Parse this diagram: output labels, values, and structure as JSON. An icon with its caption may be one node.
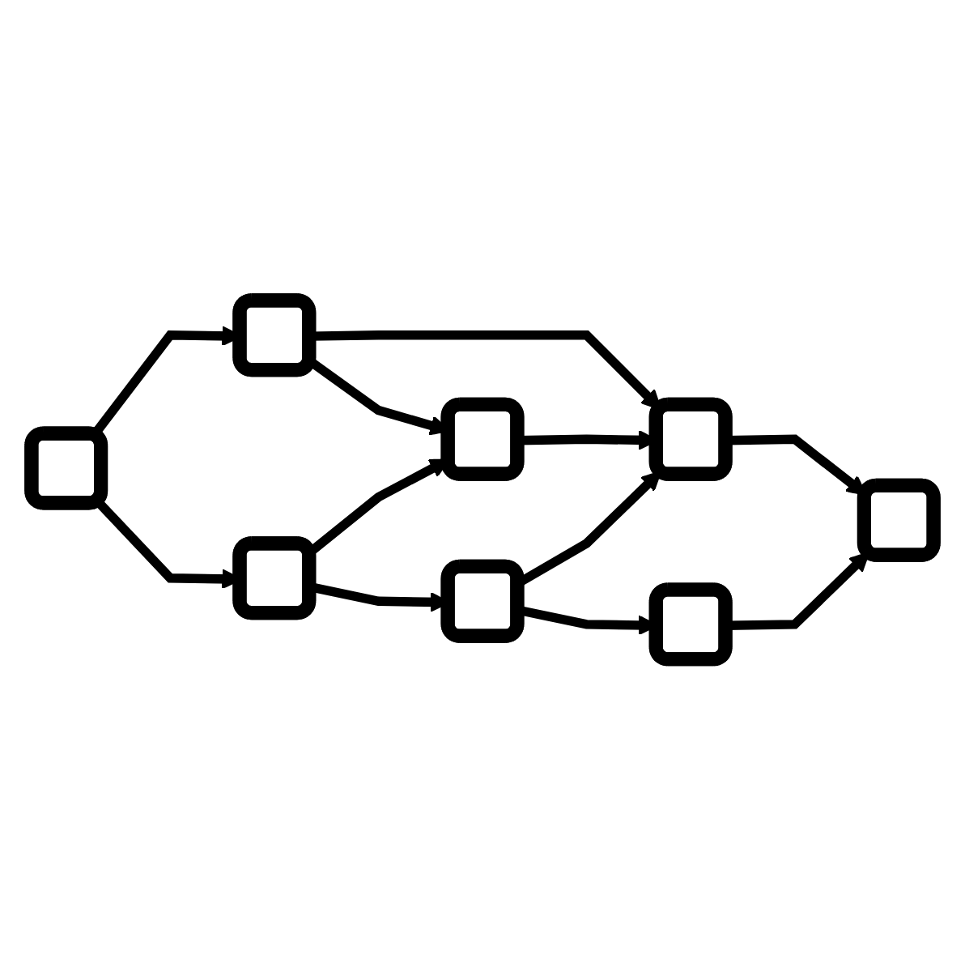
{
  "diagram": {
    "nodes": [
      {
        "text": [],
        "shape": "box"
      },
      {
        "text": [],
        "shape": "box"
      },
      {
        "text": [],
        "shape": "box"
      },
      {
        "text": [],
        "shape": "box"
      },
      {
        "text": [],
        "shape": "box"
      },
      {
        "text": [],
        "shape": "box"
      },
      {
        "text": [],
        "shape": "box"
      },
      {
        "text": [],
        "shape": "box"
      }
    ],
    "edges": [
      {
        "from": 0,
        "to": 1,
        "arrow": "to"
      },
      {
        "from": 0,
        "to": 4,
        "arrow": "to"
      },
      {
        "from": 1,
        "to": 2,
        "arrow": "to"
      },
      {
        "from": 1,
        "to": 3,
        "arrow": "to"
      },
      {
        "from": 2,
        "to": 3,
        "arrow": "to"
      },
      {
        "from": 4,
        "to": 2,
        "arrow": "to"
      },
      {
        "from": 4,
        "to": 5,
        "arrow": "to"
      },
      {
        "from": 5,
        "to": 3,
        "arrow": "to"
      },
      {
        "from": 5,
        "to": 6,
        "arrow": "to"
      },
      {
        "from": 3,
        "to": 7,
        "arrow": "to"
      },
      {
        "from": 6,
        "to": 7,
        "arrow": "to"
      }
    ]
  }
}
